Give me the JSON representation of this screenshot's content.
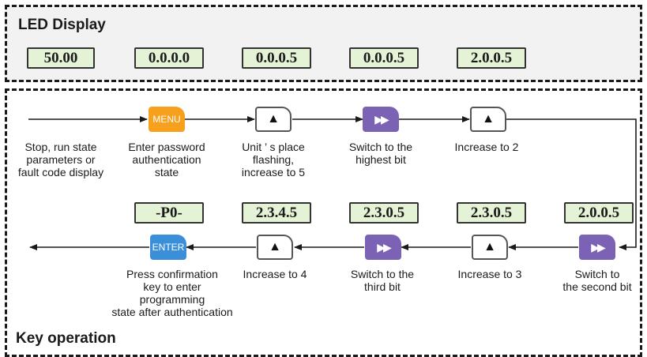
{
  "led_display": {
    "title": "LED Display",
    "readouts": [
      "50.00",
      "0.0.0.0",
      "0.0.0.5",
      "0.0.0.5",
      "2.0.0.5"
    ]
  },
  "key_operation": {
    "title": "Key operation",
    "row1": {
      "keys": {
        "menu": "MENU",
        "up1_symbol": "▲",
        "shift1_symbol": "▶▶",
        "up2_symbol": "▲"
      },
      "captions": [
        [
          "Stop, run state",
          "parameters or",
          "fault code display"
        ],
        [
          "Enter password",
          "authentication",
          "state"
        ],
        [
          "Unit ’ s place",
          "flashing,",
          "increase to 5"
        ],
        [
          "Switch to the",
          "highest bit"
        ],
        [
          "Increase to 2"
        ]
      ]
    },
    "row2": {
      "readouts": [
        "-P0-",
        "2.3.4.5",
        "2.3.0.5",
        "2.3.0.5",
        "2.0.0.5"
      ],
      "keys": {
        "enter": "ENTER",
        "up1_symbol": "▲",
        "shift1_symbol": "▶▶",
        "up2_symbol": "▲",
        "shift2_symbol": "▶▶"
      },
      "captions": [
        [
          "Press confirmation",
          "key to enter",
          "programming",
          "state after authentication"
        ],
        [
          "Increase to 4"
        ],
        [
          "Switch to the",
          "third bit"
        ],
        [
          "Increase to 3"
        ],
        [
          "Switch to",
          "the second bit"
        ]
      ]
    }
  }
}
